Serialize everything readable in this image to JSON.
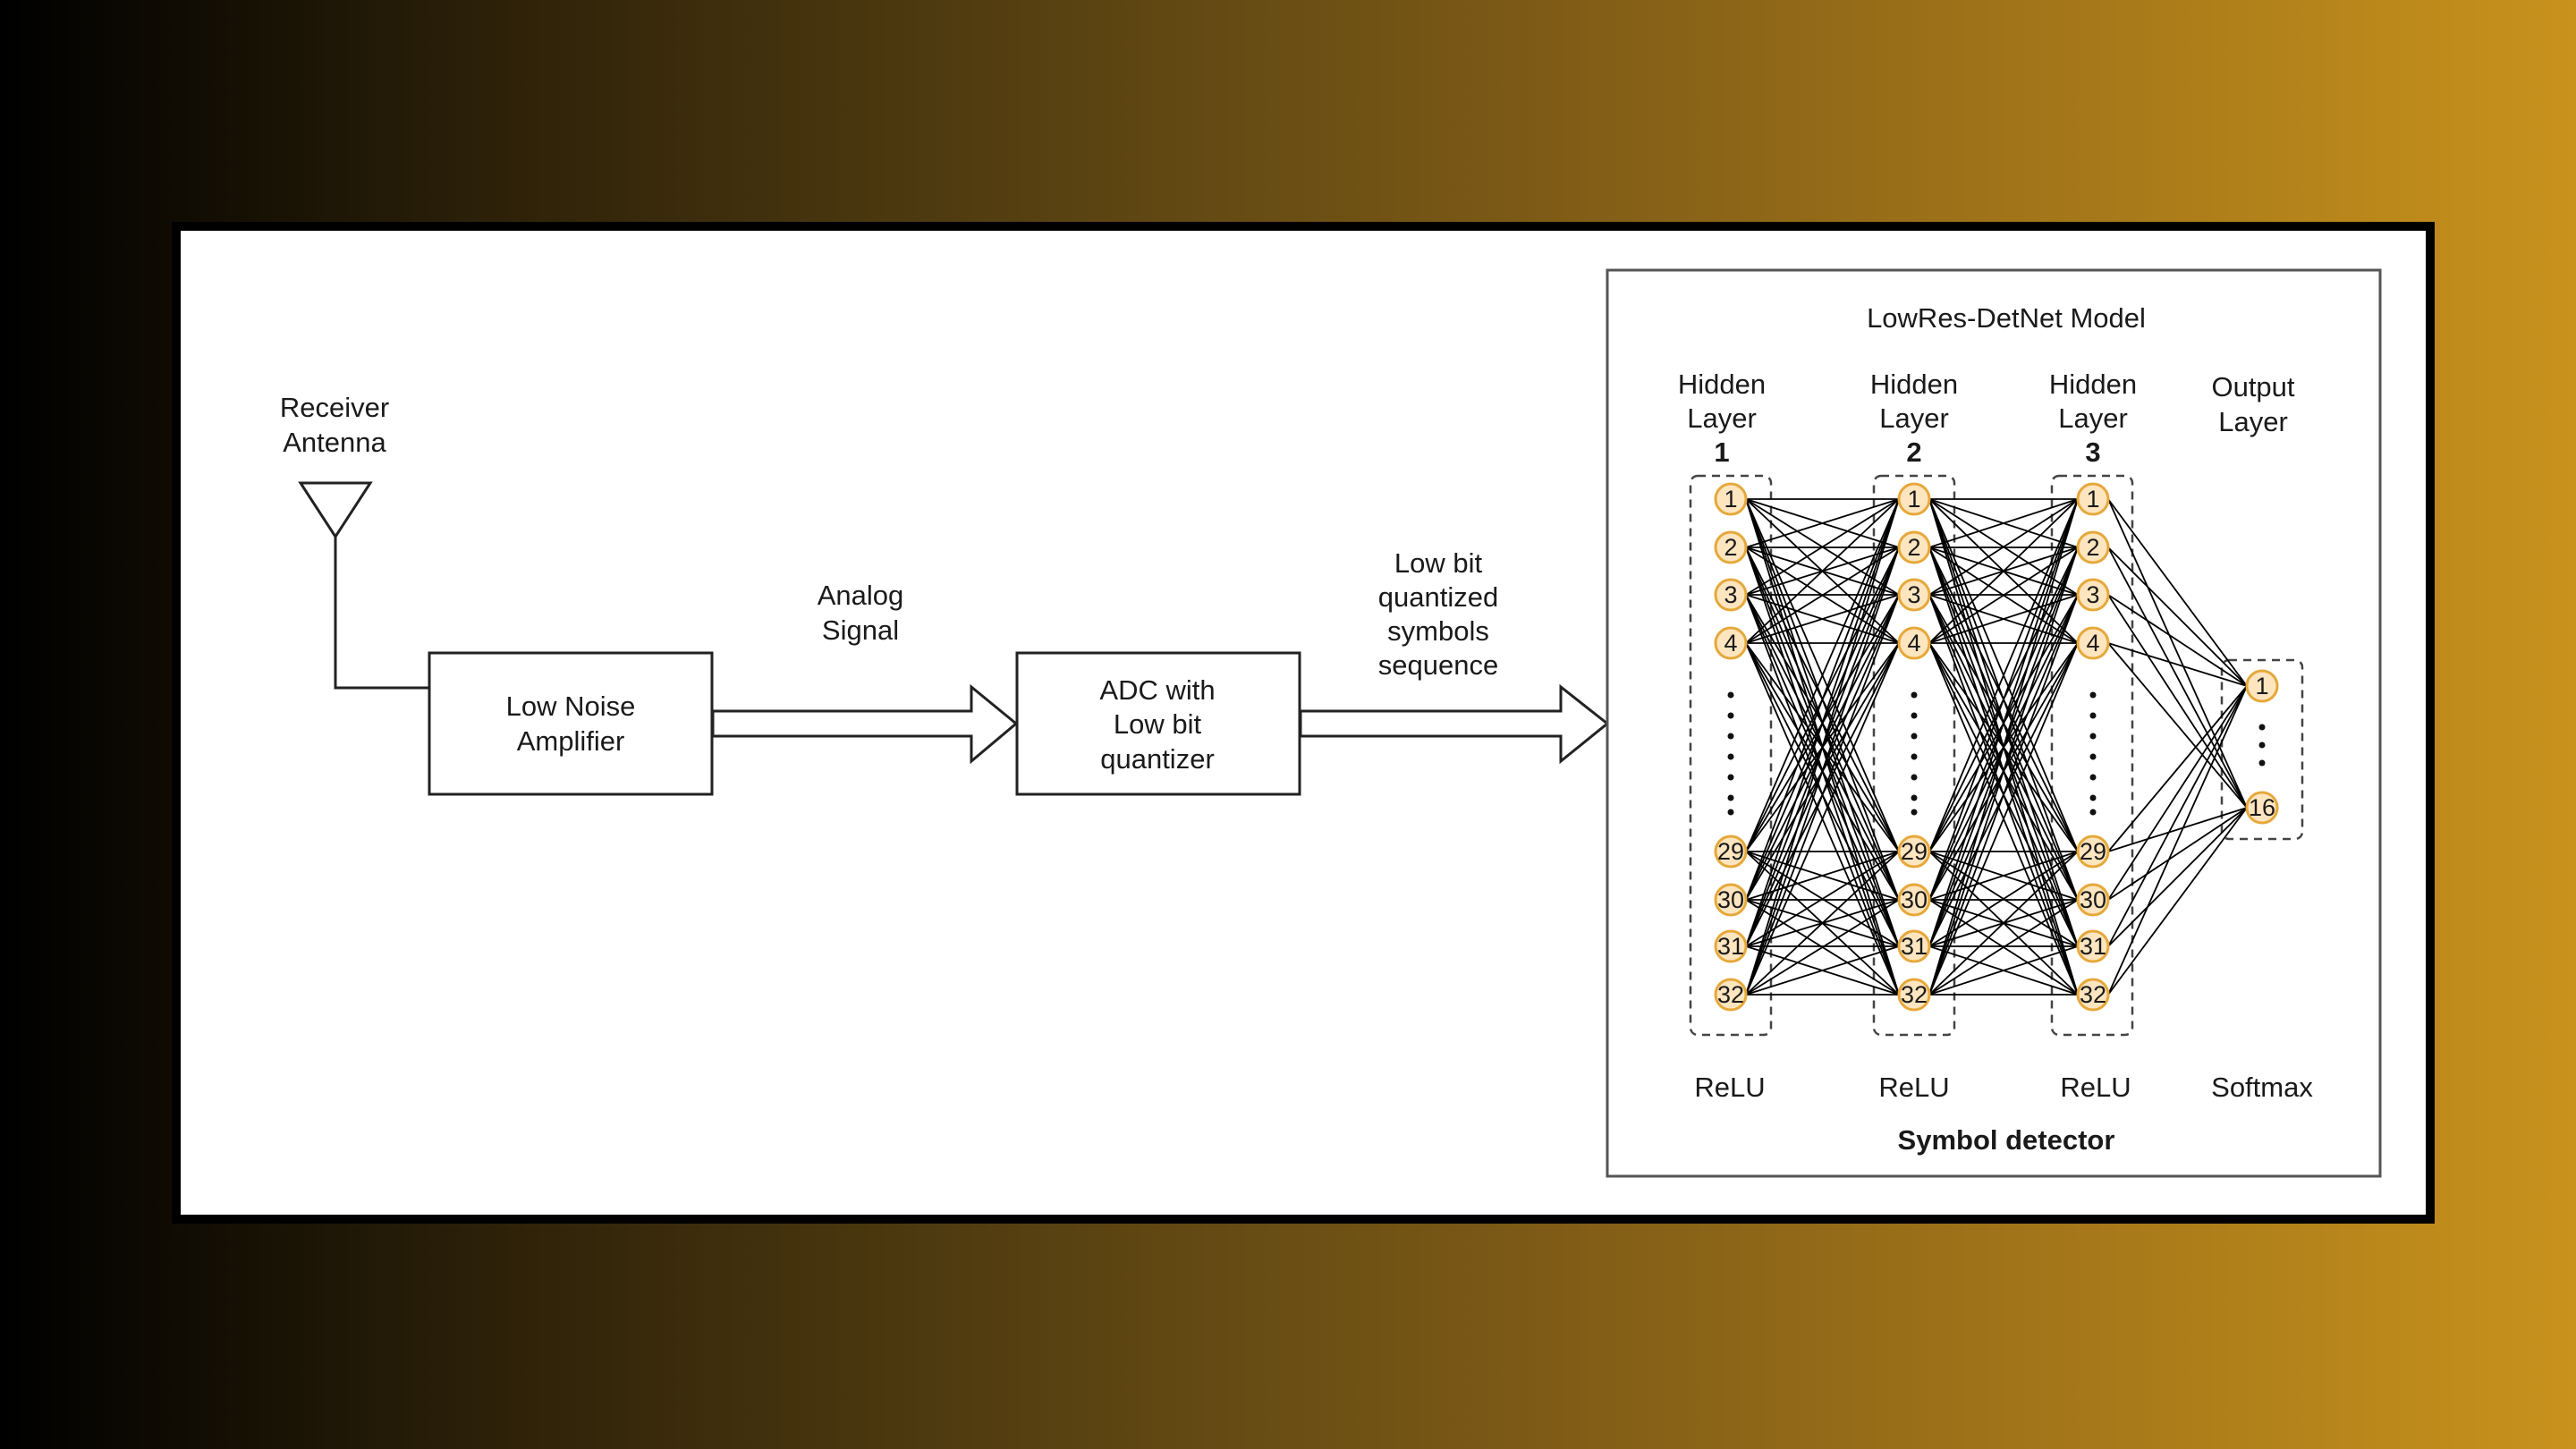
{
  "antenna": {
    "label_line1": "Receiver",
    "label_line2": "Antenna"
  },
  "lna": {
    "line1": "Low Noise",
    "line2": "Amplifier"
  },
  "analog": {
    "line1": "Analog",
    "line2": "Signal"
  },
  "adc": {
    "line1": "ADC with",
    "line2": "Low bit",
    "line3": "quantizer"
  },
  "quantized": {
    "line1": "Low bit",
    "line2": "quantized",
    "line3": "symbols",
    "line4": "sequence"
  },
  "detector": {
    "title": "LowRes-DetNet Model",
    "footer": "Symbol detector",
    "layers": [
      {
        "line1": "Hidden",
        "line2": "Layer",
        "line3": "1",
        "activation": "ReLU"
      },
      {
        "line1": "Hidden",
        "line2": "Layer",
        "line3": "2",
        "activation": "ReLU"
      },
      {
        "line1": "Hidden",
        "line2": "Layer",
        "line3": "3",
        "activation": "ReLU"
      },
      {
        "line1": "Output",
        "line2": "Layer",
        "line3": "",
        "activation": "Softmax"
      }
    ],
    "hidden_nodes": [
      "1",
      "2",
      "3",
      "4",
      "29",
      "30",
      "31",
      "32"
    ],
    "output_nodes": [
      "1",
      "16"
    ]
  },
  "colors": {
    "node_fill": "#fde5bf",
    "node_stroke": "#e6a83a",
    "line": "#000000"
  }
}
